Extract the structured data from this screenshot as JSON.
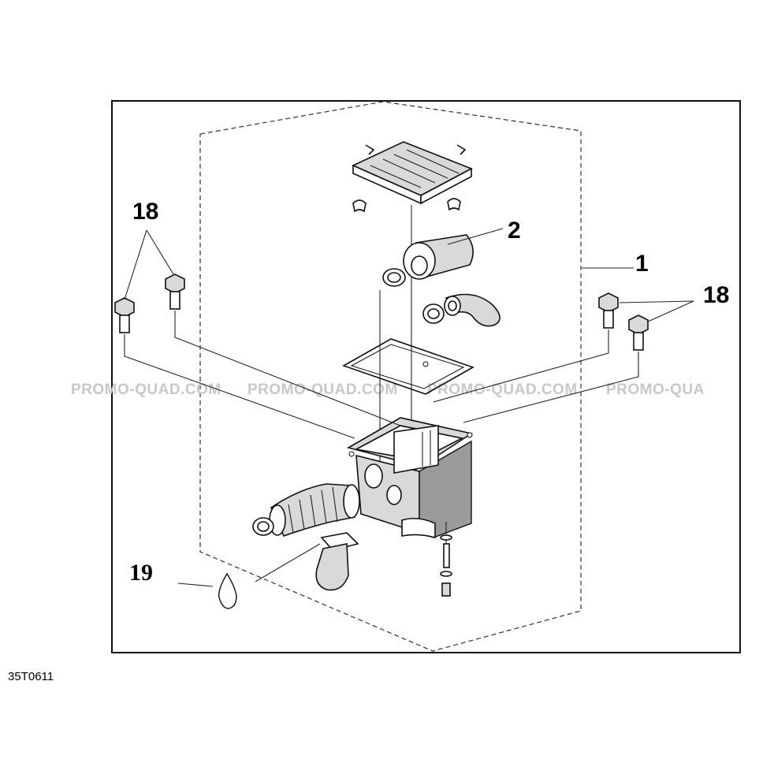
{
  "callouts": {
    "air_box_assembly": "1",
    "air_filter": "2",
    "screw_left": "18",
    "screw_right": "18",
    "grease": "19"
  },
  "watermark": {
    "text_1": "PROMO-QUAD.COM",
    "text_2": "PROMO-QUAD.COM",
    "text_3": "PROMO-QUAD.COM",
    "text_4": "PROMO-QUA"
  },
  "drawing_ref": "35T0611"
}
